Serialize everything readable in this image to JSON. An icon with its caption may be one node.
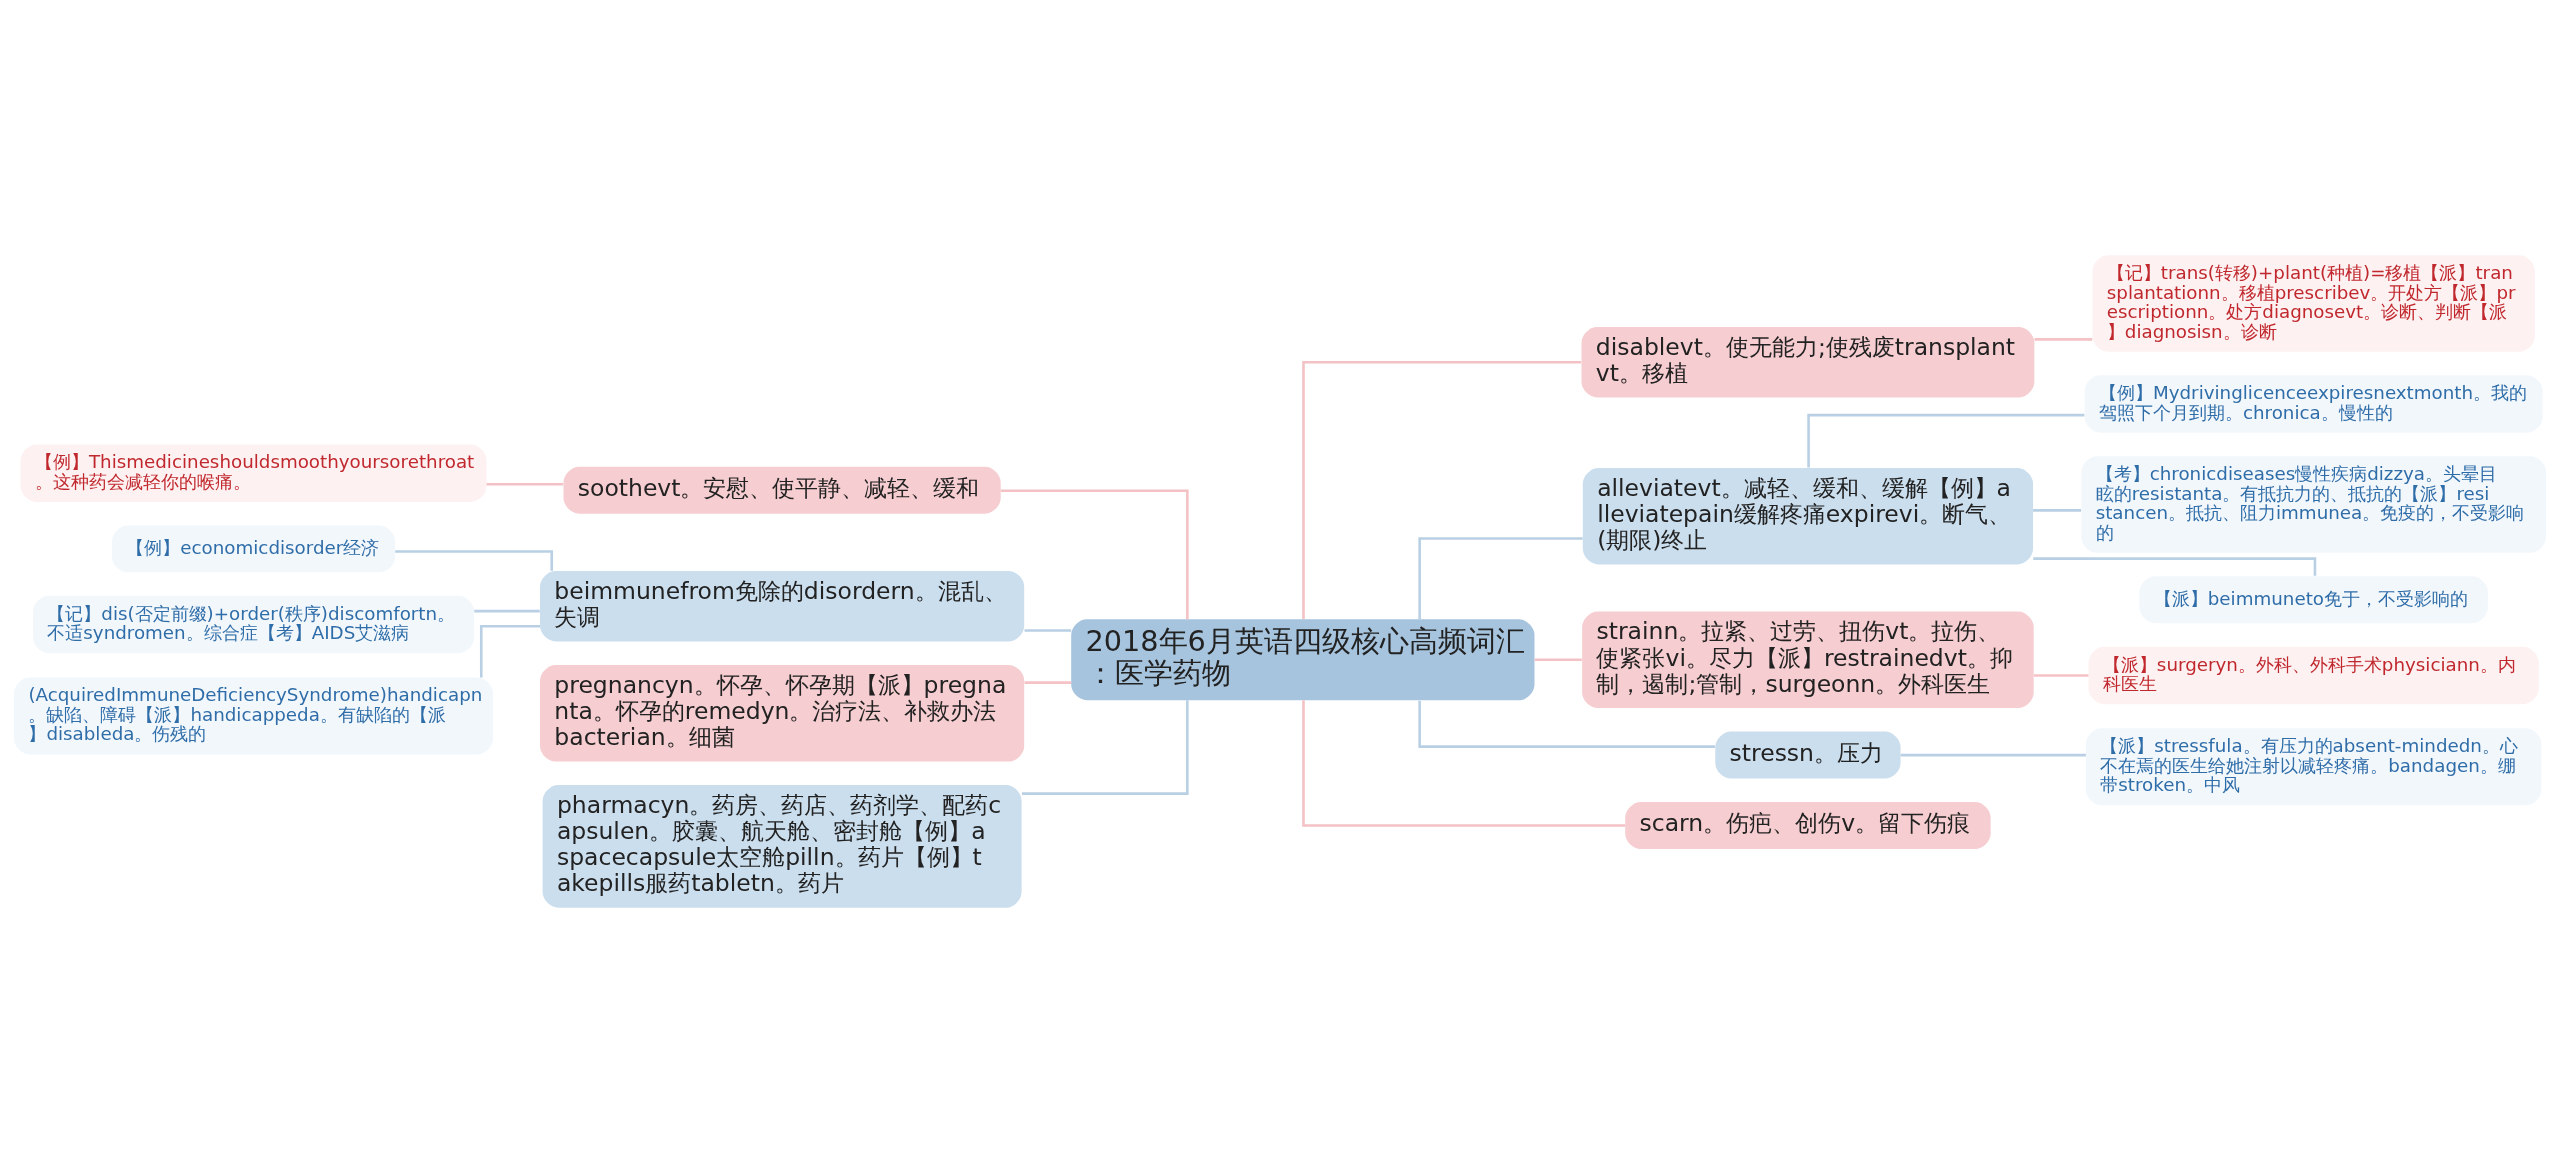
{
  "diagram": {
    "nodes": [
      {
        "text": [
          "2018年6月英语四级核心高频词汇：医学药物"
        ]
      },
      {
        "text": [
          "soothevt。安慰、使平静、减轻、缓和"
        ]
      },
      {
        "text": [
          "【例】Thismedicineshouldsmoothyoursorethroat。这种药会减轻你的喉痛。"
        ]
      },
      {
        "text": [
          "beimmunefrom免除的disordern。混乱、失调"
        ]
      },
      {
        "text": [
          "【例】economicdisorder经济"
        ]
      },
      {
        "text": [
          "【记】dis(否定前缀)+order(秩序)discomfortn。不适syndromen。综合症【考】AIDS艾滋病"
        ]
      },
      {
        "text": [
          "(AcquiredImmuneDeficiencySyndrome)handicapn。缺陷、障碍【派】handicappeda。有缺陷的【派】disableda。伤残的"
        ]
      },
      {
        "text": [
          "pregnancyn。怀孕、怀孕期【派】pregnanta。怀孕的remedyn。治疗法、补救办法bacterian。细菌"
        ]
      },
      {
        "text": [
          "pharmacyn。药房、药店、药剂学、配药capsulen。胶囊、航天舱、密封舱【例】aspacecapsule太空舱pilln。药片【例】takepills服药tabletn。药片"
        ]
      },
      {
        "text": [
          "disablevt。使无能力;使残废transplantvt。移植"
        ]
      },
      {
        "text": [
          "【记】trans(转移)+plant(种植)=移植【派】transplantationn。移植prescribev。开处方【派】prescriptionn。处方diagnosevt。诊断、判断【派】diagnosisn。诊断"
        ]
      },
      {
        "text": [
          "alleviatevt。减轻、缓和、缓解【例】alleviatepain缓解疼痛expirevi。断气、(期限)终止"
        ]
      },
      {
        "text": [
          "【例】Mydrivinglicenceexpiresnextmonth。我的驾照下个月到期。chronica。慢性的"
        ]
      },
      {
        "text": [
          "【考】chronicdiseases慢性疾病dizzya。头晕目眩的resistanta。有抵抗力的、抵抗的【派】resistancen。抵抗、阻力immunea。免疫的，不受影响的"
        ]
      },
      {
        "text": [
          "【派】beimmuneto免于，不受影响的"
        ]
      },
      {
        "text": [
          "strainn。拉紧、过劳、扭伤vt。拉伤、使紧张vi。尽力【派】restrainedvt。抑制，遏制;管制，surgeonn。外科医生"
        ]
      },
      {
        "text": [
          "【派】surgeryn。外科、外科手术physiciann。内科医生"
        ]
      },
      {
        "text": [
          "stressn。压力"
        ]
      },
      {
        "text": [
          "【派】stressfula。有压力的absent-mindedn。心不在焉的医生给她注射以减轻疼痛。bandagen。绷带stroken。中风"
        ]
      },
      {
        "text": [
          "scarn。伤疤、创伤v。留下伤痕"
        ]
      }
    ],
    "edges": [
      {
        "from": 0,
        "to": 1,
        "arrow": "none",
        "color": "#f4c2c5"
      },
      {
        "from": 1,
        "to": 2,
        "arrow": "none",
        "color": "#f4c2c5"
      },
      {
        "from": 0,
        "to": 3,
        "arrow": "none"
      },
      {
        "from": 3,
        "to": 4,
        "arrow": "none"
      },
      {
        "from": 3,
        "to": 5,
        "arrow": "none"
      },
      {
        "from": 3,
        "to": 6,
        "arrow": "none"
      },
      {
        "from": 0,
        "to": 7,
        "arrow": "none",
        "color": "#f4c2c5"
      },
      {
        "from": 0,
        "to": 8,
        "arrow": "none"
      },
      {
        "from": 0,
        "to": 9,
        "arrow": "none",
        "color": "#f4c2c5"
      },
      {
        "from": 9,
        "to": 10,
        "arrow": "none",
        "color": "#f4c2c5"
      },
      {
        "from": 0,
        "to": 11,
        "arrow": "none"
      },
      {
        "from": 11,
        "to": 12,
        "arrow": "none"
      },
      {
        "from": 11,
        "to": 13,
        "arrow": "none"
      },
      {
        "from": 11,
        "to": 14,
        "arrow": "none"
      },
      {
        "from": 0,
        "to": 15,
        "arrow": "none",
        "color": "#f4c2c5"
      },
      {
        "from": 15,
        "to": 16,
        "arrow": "none",
        "color": "#f4c2c5"
      },
      {
        "from": 0,
        "to": 17,
        "arrow": "none"
      },
      {
        "from": 17,
        "to": 18,
        "arrow": "none"
      },
      {
        "from": 0,
        "to": 19,
        "arrow": "none",
        "color": "#f4c2c5"
      }
    ]
  }
}
